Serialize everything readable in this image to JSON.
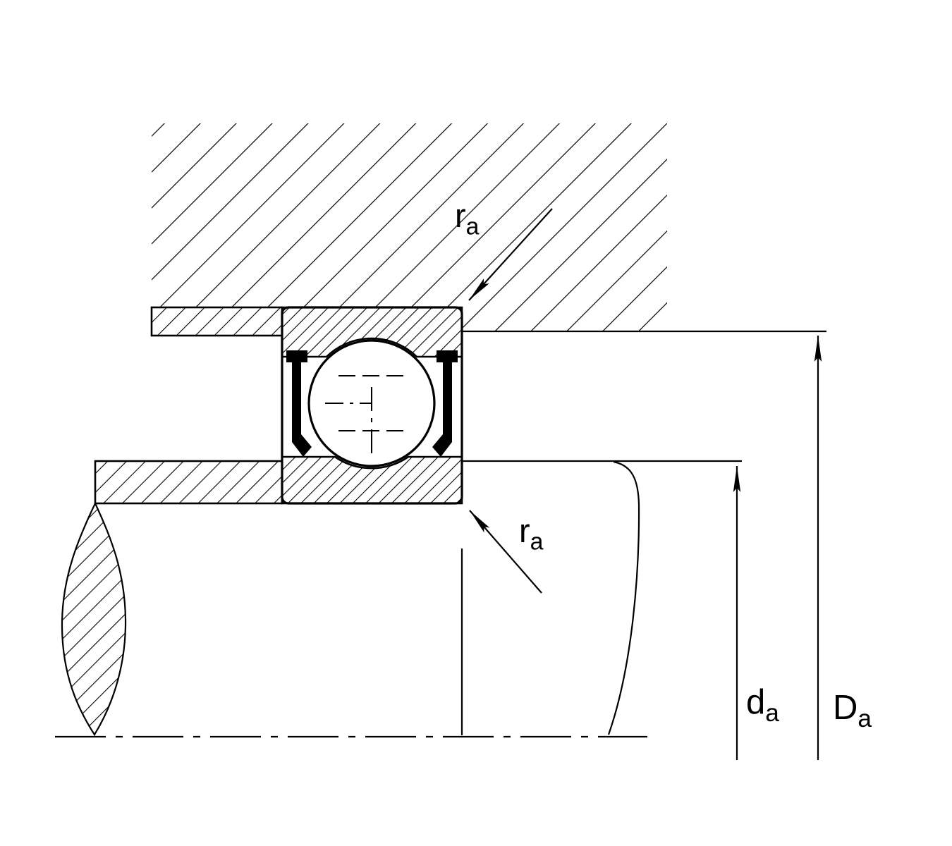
{
  "meta": {
    "colors": {
      "ink": "#000000",
      "paper": "#ffffff"
    }
  },
  "labels": {
    "ra_top": {
      "base": "r",
      "sub": "a"
    },
    "ra_bottom": {
      "base": "r",
      "sub": "a"
    },
    "d_a": {
      "base": "d",
      "sub": "a"
    },
    "D_a": {
      "base": "D",
      "sub": "a"
    }
  }
}
